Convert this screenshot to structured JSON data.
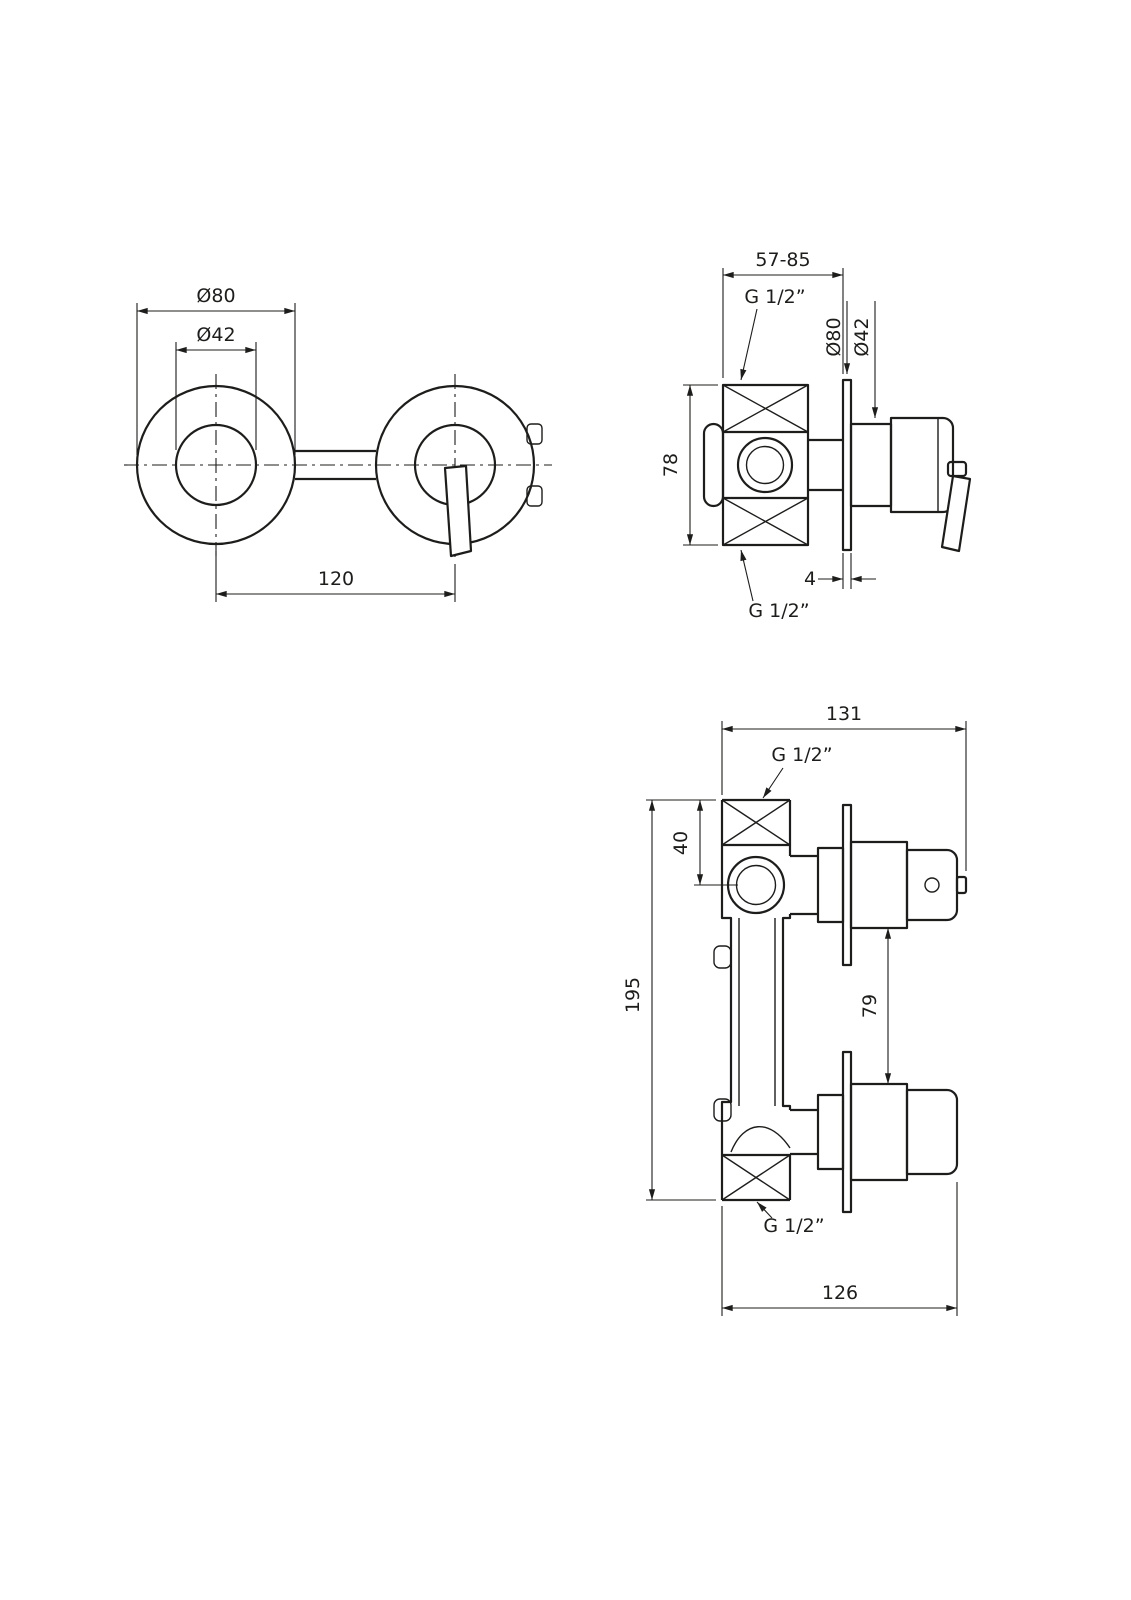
{
  "colors": {
    "line": "#1d1d1b",
    "background": "#ffffff"
  },
  "views": {
    "front": {
      "dims": {
        "outer_diameter": "Ø80",
        "inner_diameter": "Ø42",
        "center_spacing": "120"
      }
    },
    "side": {
      "dims": {
        "depth_range": "57-85",
        "top_connection": "G 1/2”",
        "plate_diameter": "Ø80",
        "sleeve_diameter": "Ø42",
        "height": "78",
        "plate_thickness": "4",
        "bottom_connection": "G 1/2”"
      }
    },
    "double": {
      "dims": {
        "width_top": "131",
        "top_connection": "G 1/2”",
        "inlet_offset": "40",
        "height": "195",
        "outlet_spacing": "79",
        "bottom_connection": "G 1/2”",
        "width_bottom": "126"
      }
    }
  }
}
